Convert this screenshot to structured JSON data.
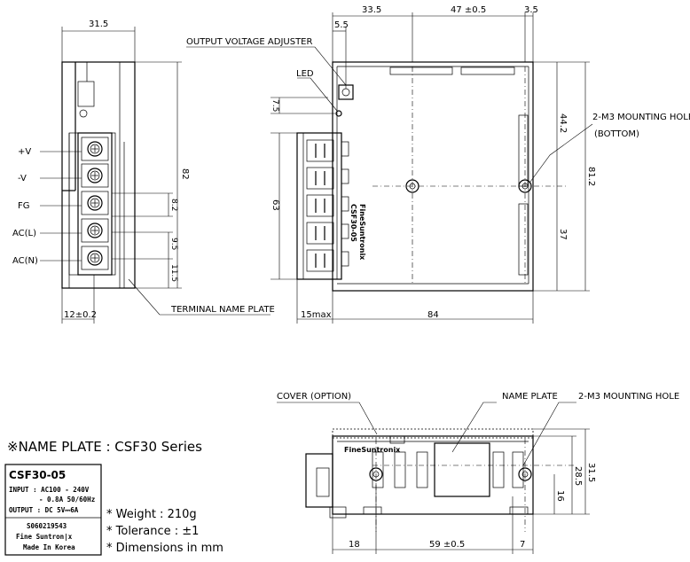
{
  "side_view": {
    "dim_width": "31.5",
    "dim_height": "82",
    "dim_terminal_offset": "12±0.2",
    "dim_a": "8.2",
    "dim_b": "9.5",
    "dim_c": "11.5",
    "terminal_labels": [
      "+V",
      "-V",
      "FG",
      "AC(L)",
      "AC(N)"
    ],
    "terminal_name_plate_label": "TERMINAL NAME PLATE"
  },
  "top_view": {
    "dim_left": "33.5",
    "dim_mid": "47 ±0.5",
    "dim_right": "3.5",
    "dim_adjuster": "5.5",
    "dim_led": "7.5",
    "dim_63": "63",
    "dim_44_2": "44.2",
    "dim_81_2": "81.2",
    "dim_37": "37",
    "dim_15max": "15max",
    "dim_84": "84",
    "output_voltage_adjuster_label": "OUTPUT VOLTAGE ADJUSTER",
    "led_label": "LED",
    "mounting_hole_label": "2-M3 MOUNTING HOLE",
    "mounting_hole_sub": "(BOTTOM)",
    "brand_vertical": "FineSuntronix",
    "model_vertical": "CSF30-05"
  },
  "front_view": {
    "cover_label": "COVER (OPTION)",
    "name_plate_label": "NAME PLATE",
    "mounting_hole_label": "2-M3 MOUNTING HOLE",
    "dim_18": "18",
    "dim_59": "59 ±0.5",
    "dim_7": "7",
    "dim_16": "16",
    "dim_28_5": "28.5",
    "dim_31_5": "31.5",
    "brand": "FineSuntronix"
  },
  "name_plate": {
    "heading": "※NAME PLATE : CSF30 Series",
    "model": "CSF30-05",
    "input_line1": "INPUT : AC100 - 240V",
    "input_line2": "- 0.8A 50/60Hz",
    "output_line": "OUTPUT : DC 5V⎓6A",
    "serial": "S060219543",
    "maker": "Fine Suntron|x",
    "origin": "Made In Korea"
  },
  "notes": [
    "* Weight : 210g",
    "* Tolerance : ±1",
    "* Dimensions in mm"
  ]
}
